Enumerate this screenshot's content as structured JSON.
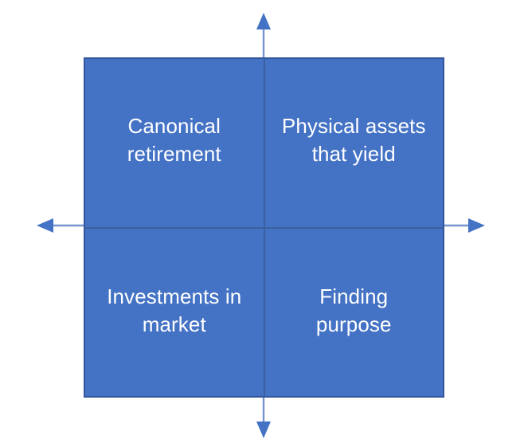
{
  "diagram": {
    "type": "two-by-two-quadrant-matrix",
    "background_color": "#FFFFFF",
    "box": {
      "fill_color": "#4472C4",
      "border_color": "#33559B",
      "divider_color": "#39609F",
      "text_color": "#FFFFFF"
    },
    "axes": {
      "line_color": "#7795CE",
      "arrow_color": "#4472C4",
      "vertical_arrow_up_label": "",
      "vertical_arrow_down_label": "",
      "horizontal_arrow_left_label": "",
      "horizontal_arrow_right_label": ""
    },
    "quadrants": [
      {
        "position": "top-left",
        "label": "Canonical\nretirement"
      },
      {
        "position": "top-right",
        "label": "Physical assets\nthat yield"
      },
      {
        "position": "bottom-left",
        "label": "Investments in\nmarket"
      },
      {
        "position": "bottom-right",
        "label": "Finding\npurpose"
      }
    ]
  }
}
